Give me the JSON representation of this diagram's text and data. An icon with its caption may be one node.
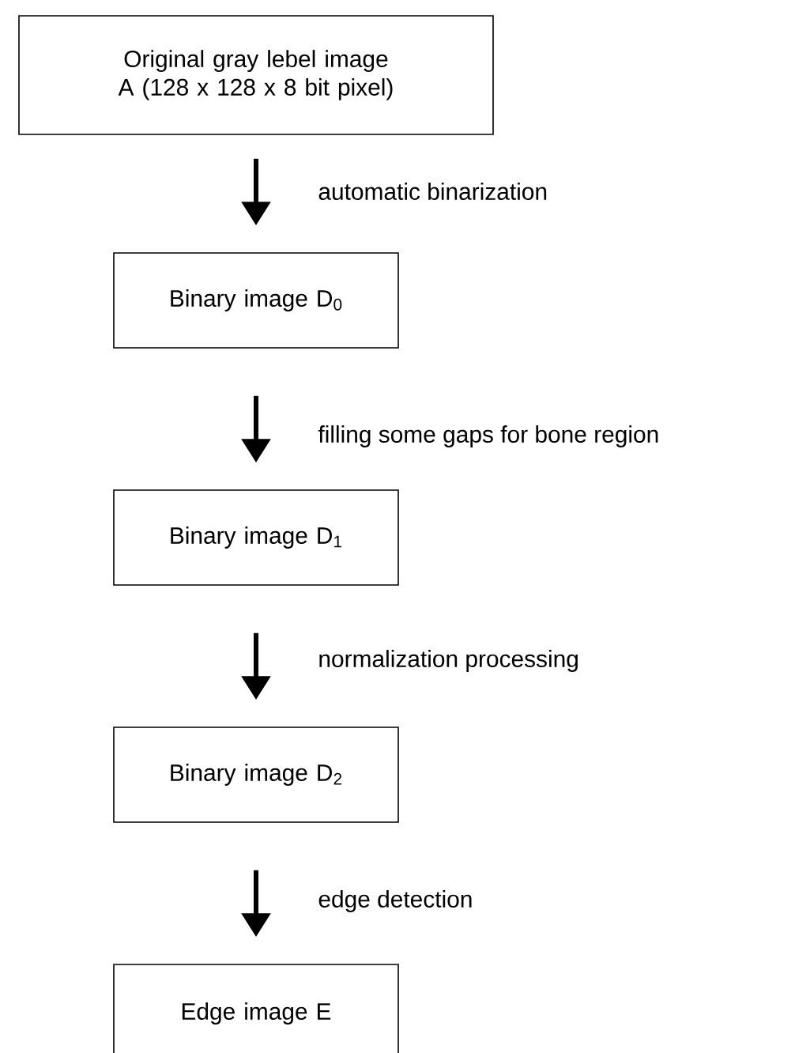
{
  "diagram": {
    "nodes": [
      {
        "text": [
          "Original gray lebel image A (128 x 128 x 8 bit pixel)"
        ]
      },
      {
        "text": [
          "Binary image D$_{0}$"
        ]
      },
      {
        "text": [
          "Binary image D$_{1}$"
        ]
      },
      {
        "text": [
          "Binary image D$_{2}$"
        ]
      },
      {
        "text": [
          "Edge image E"
        ]
      }
    ],
    "edges": [
      {
        "from": 0,
        "to": 1,
        "arrow": "to",
        "label": "automatic binarization"
      },
      {
        "from": 1,
        "to": 2,
        "arrow": "to",
        "label": "filling some gaps for bone region"
      },
      {
        "from": 2,
        "to": 3,
        "arrow": "to",
        "label": "normalization processing"
      },
      {
        "from": 3,
        "to": 4,
        "arrow": "to",
        "label": "edge detection"
      }
    ]
  }
}
